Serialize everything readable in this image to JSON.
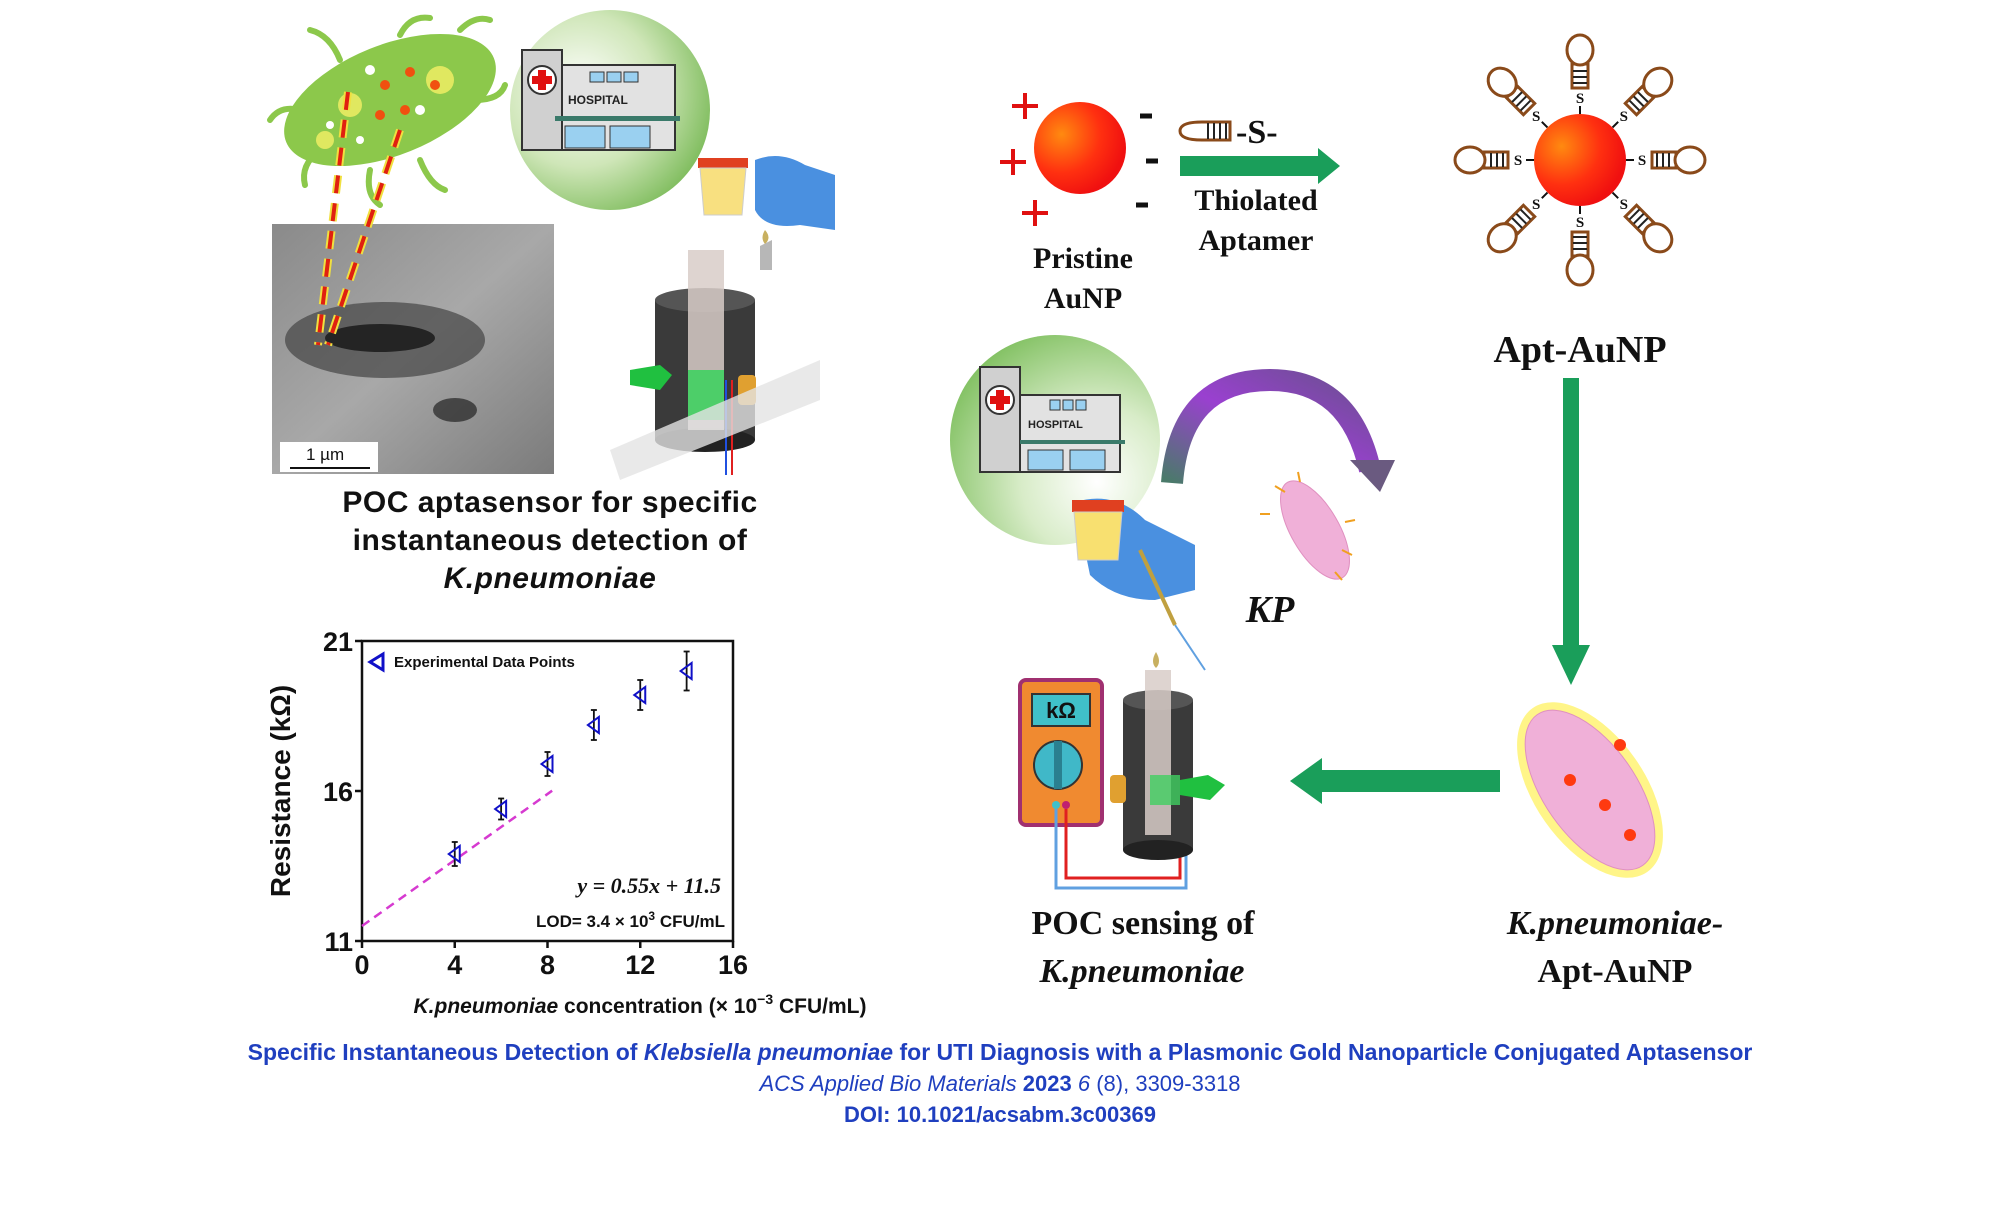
{
  "left_panel": {
    "hospital_sign": "HOSPITAL",
    "scale_bar": "1 µm",
    "caption_line1": "POC aptasensor for specific",
    "caption_line2": "instantaneous detection of",
    "caption_line3": "K.pneumoniae"
  },
  "right_panel": {
    "pristine_label_1": "Pristine",
    "pristine_label_2": "AuNP",
    "thiol_formula": "-S-",
    "thiol_label_1": "Thiolated",
    "thiol_label_2": "Aptamer",
    "apt_aunp_label": "Apt-AuNP",
    "thiol_s": "S",
    "hospital_sign": "HOSPITAL",
    "kp_label": "KP",
    "meter_unit": "kΩ",
    "poc_label_1": "POC sensing of",
    "poc_label_2": "K.pneumoniae",
    "complex_label_1": "K.pneumoniae-",
    "complex_label_2": "Apt-AuNP"
  },
  "colors": {
    "green_arrow": "#1a9e5a",
    "gold_np": "#ff3a10",
    "marker_blue": "#1010c8",
    "fit_magenta": "#d63ad0",
    "footer_blue": "#1f3fbf",
    "bacteria_green": "#8cc84b",
    "bacteria_pink": "#f0b0d8"
  },
  "chart_data": {
    "type": "scatter",
    "title": "",
    "xlabel_italic": "K.pneumoniae",
    "xlabel_rest": " concentration (× 10",
    "xlabel_exp": "−3",
    "xlabel_unit": " CFU/mL)",
    "ylabel": "Resistance (kΩ)",
    "xlim": [
      0,
      16
    ],
    "ylim": [
      11,
      21
    ],
    "xticks": [
      "0",
      "4",
      "8",
      "12",
      "16"
    ],
    "yticks": [
      "11",
      "16",
      "21"
    ],
    "legend": {
      "label": "Experimental Data Points",
      "position": "top-left"
    },
    "series": [
      {
        "name": "Experimental Data Points",
        "marker": "left-triangle",
        "x": [
          4,
          6,
          8,
          10,
          12,
          14
        ],
        "y": [
          13.9,
          15.4,
          16.9,
          18.2,
          19.2,
          20.0
        ],
        "err": [
          0.4,
          0.35,
          0.4,
          0.5,
          0.5,
          0.65
        ]
      }
    ],
    "fit": {
      "slope": 0.55,
      "intercept": 11.5,
      "x_range": [
        0,
        8.2
      ],
      "style": "dashed"
    },
    "equation": "y = 0.55x + 11.5",
    "lod_prefix": "LOD= 3.4 × 10",
    "lod_exp": "3",
    "lod_unit": " CFU/mL"
  },
  "footer": {
    "title_pre": "Specific Instantaneous Detection of ",
    "title_italic": "Klebsiella pneumoniae",
    "title_post": " for UTI Diagnosis with a Plasmonic Gold Nanoparticle Conjugated Aptasensor",
    "journal_italic": "ACS Applied Bio Materials",
    "year": "2023",
    "volume": "6",
    "issue_pages": " (8), 3309-3318",
    "doi": "DOI: 10.1021/acsabm.3c00369"
  }
}
